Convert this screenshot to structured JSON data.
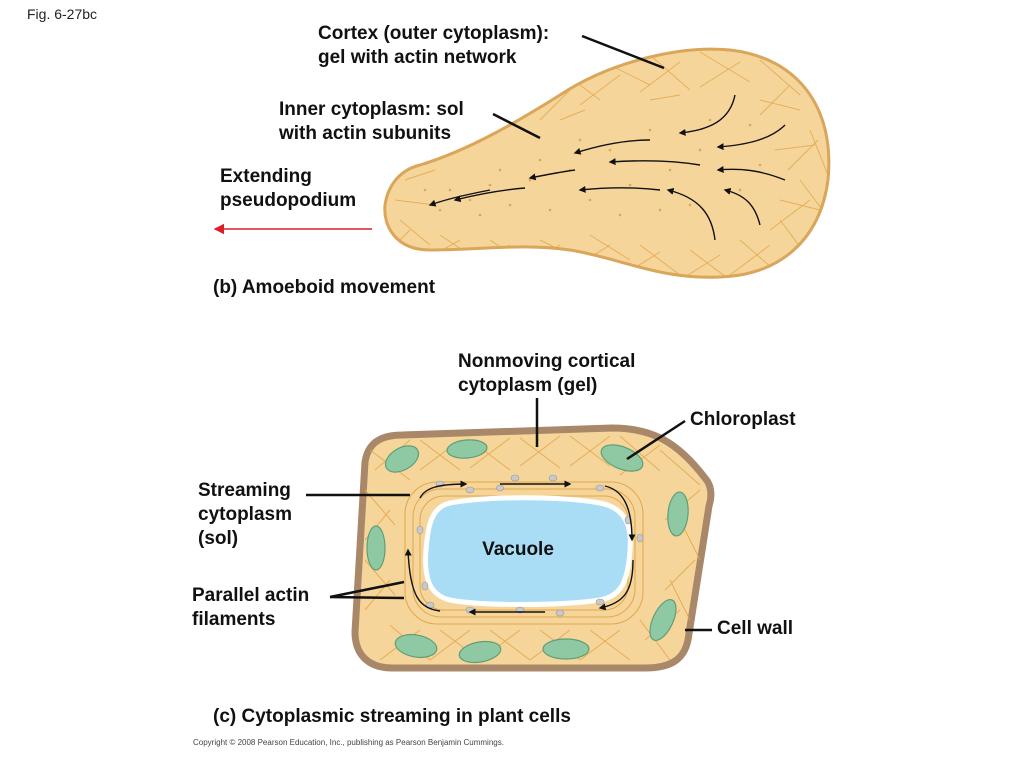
{
  "figure_id": "Fig. 6-27bc",
  "panel_b": {
    "labels": {
      "cortex": [
        "Cortex (outer cytoplasm):",
        "gel with actin network"
      ],
      "inner": [
        "Inner cytoplasm: sol",
        "with actin subunits"
      ],
      "extending": [
        "Extending",
        "pseudopodium"
      ]
    },
    "caption": "(b) Amoeboid movement"
  },
  "panel_c": {
    "labels": {
      "nonmoving": [
        "Nonmoving cortical",
        "cytoplasm (gel)"
      ],
      "chloroplast": "Chloroplast",
      "streaming": [
        "Streaming",
        "cytoplasm",
        "(sol)"
      ],
      "vacuole": "Vacuole",
      "parallel": [
        "Parallel actin",
        "filaments"
      ],
      "cell_wall": "Cell wall"
    },
    "caption": "(c) Cytoplasmic streaming in plant cells"
  },
  "copyright": "Copyright © 2008 Pearson Education, Inc., publishing as Pearson Benjamin Cummings.",
  "colors": {
    "cytoplasm": "#f6d59b",
    "cytoplasm_edge": "#d9a65a",
    "actin": "#e2a64a",
    "cell_wall": "#a9886a",
    "chloroplast": "#8fc9a4",
    "vacuole": "#a9dcf5",
    "arrow_red": "#d8202b"
  }
}
